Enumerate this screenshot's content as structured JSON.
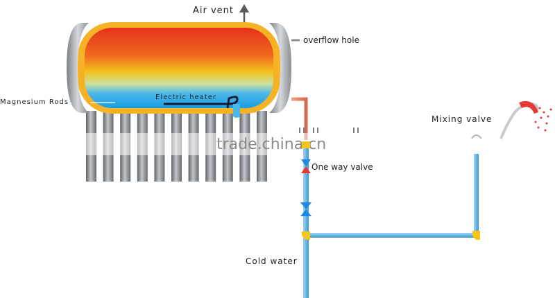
{
  "labels": {
    "air_vent": "Air vent",
    "overflow_hole": "overflow hole",
    "magnesium_rods": "Magnesium Rods",
    "electric_heater": "Electric heater",
    "mixing_valve": "Mixing valve",
    "one_way_valve": "One way valve",
    "cold_water": "Cold water"
  },
  "watermark": "trade.china.cn",
  "colors": {
    "tank_shell": "#f5b225",
    "pipe": "#6bb8e6",
    "hot_pipe": "#e7866c",
    "fitting": "#f5c518",
    "valve_blue": "#1e88e5",
    "valve_red": "#e53935",
    "tube": "#8a8f96",
    "shower_head": "#e53935"
  },
  "counts": {
    "vacuum_tubes": 11
  }
}
